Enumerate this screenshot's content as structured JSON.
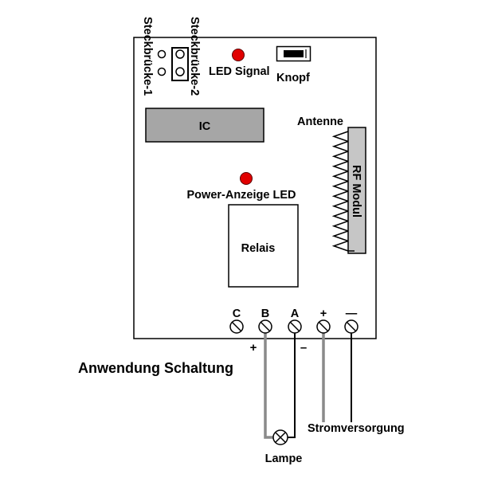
{
  "title": "Anwendung Schaltung",
  "board": {
    "jumpers": [
      {
        "label": "Steckbrücke-1",
        "bridged": false
      },
      {
        "label": "Steckbrücke-2",
        "bridged": true
      }
    ],
    "signal_led_label": "LED Signal",
    "button_label": "Knopf",
    "ic_label": "IC",
    "antenna_label": "Antenne",
    "rf_module_label": "RF Modul",
    "power_led_label": "Power-Anzeige LED",
    "relay_label": "Relais",
    "terminals": [
      "C",
      "B",
      "A",
      "+",
      "—"
    ]
  },
  "wiring": {
    "lamp_positive_mark": "+",
    "lamp_negative_mark": "–",
    "lamp_label": "Lampe",
    "power_supply_label": "Stromversorgung"
  },
  "colors": {
    "led": "#e10000",
    "ic_fill": "#a6a6a6",
    "rf_module_fill": "#c6c6c6",
    "positive_wire": "#8a8a8a",
    "negative_wire": "#000000"
  }
}
